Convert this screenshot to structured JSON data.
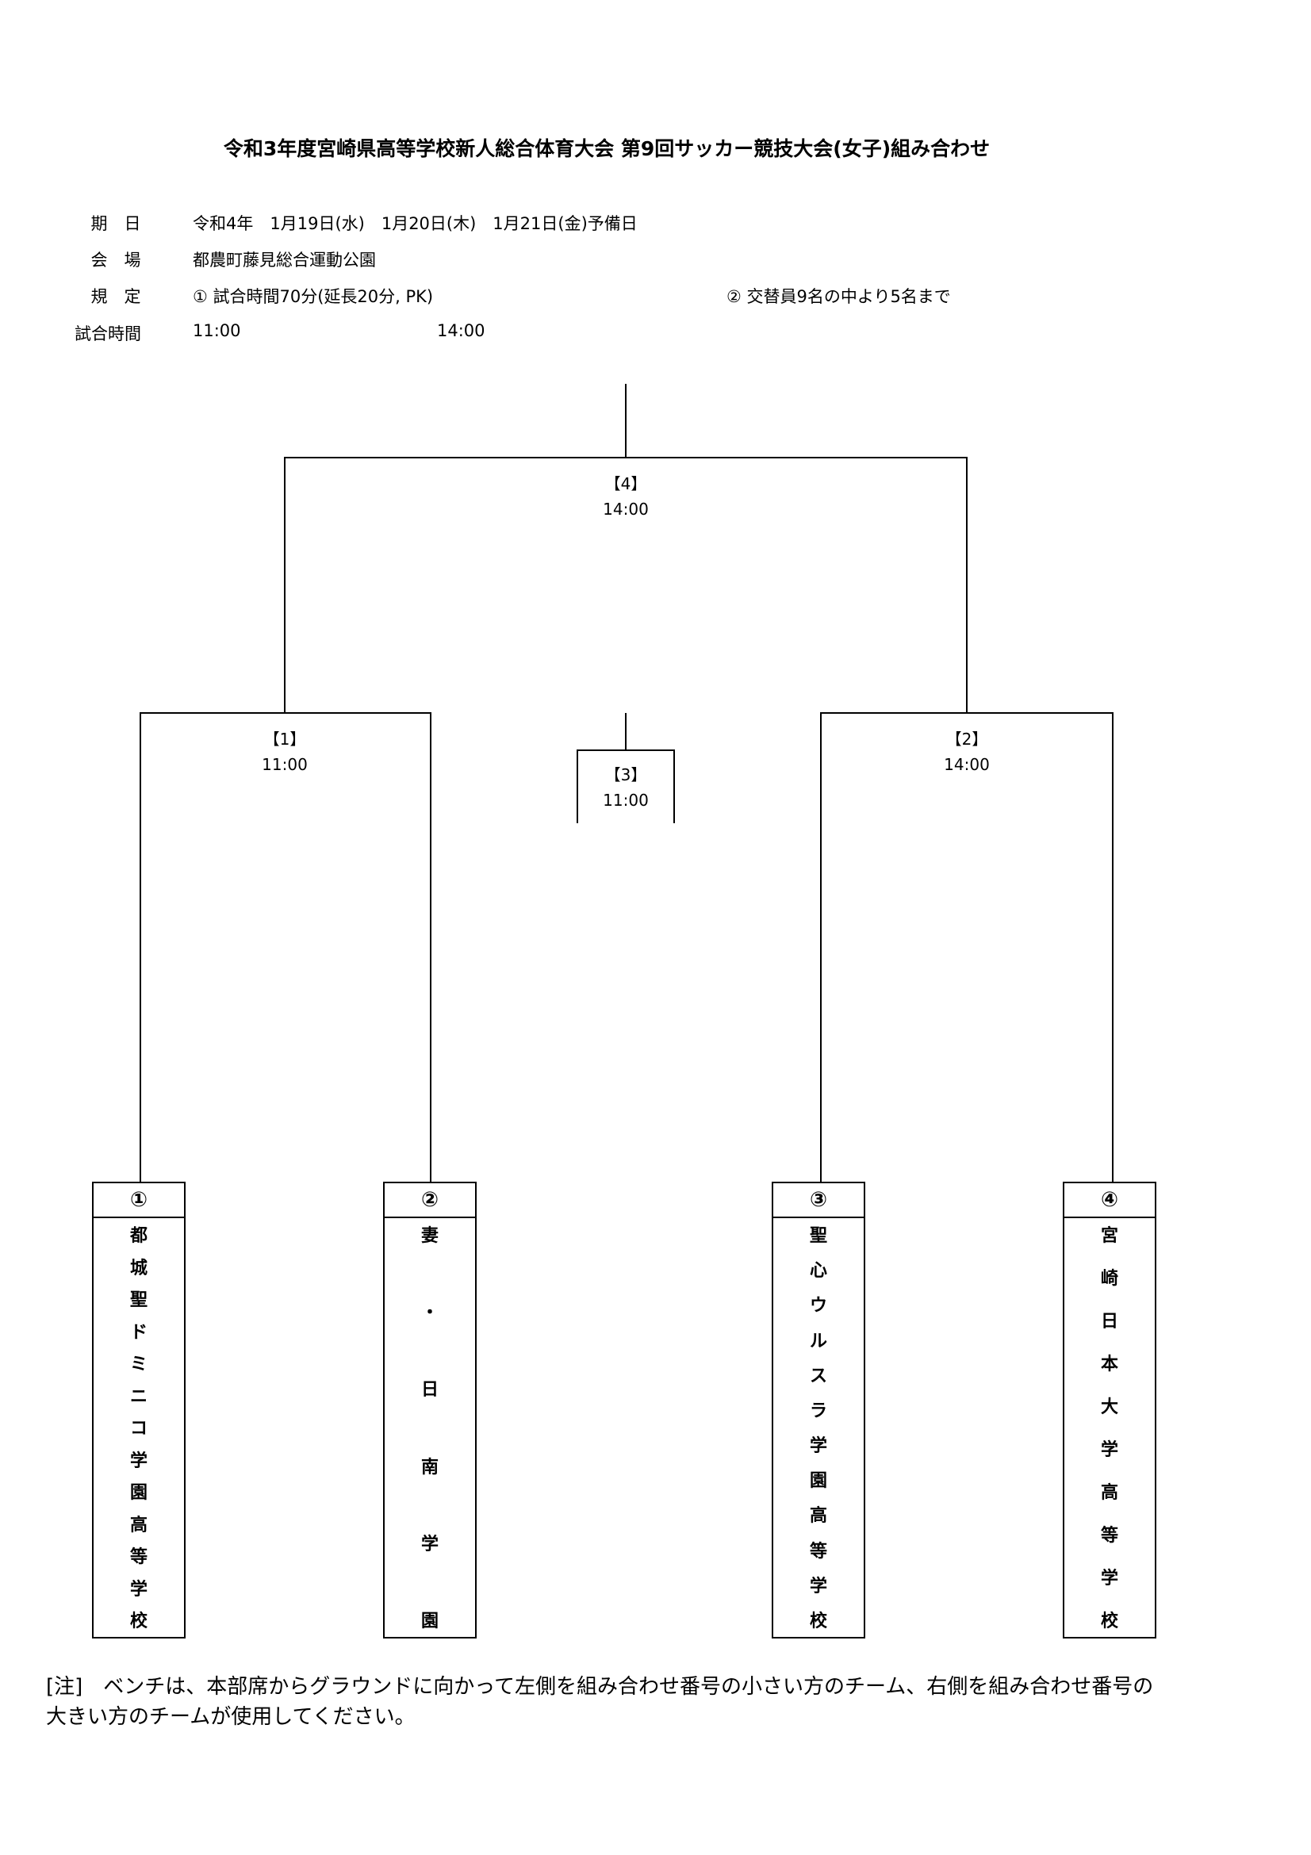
{
  "title": "令和3年度宮崎県高等学校新人総合体育大会 第9回サッカー競技大会(女子)組み合わせ",
  "info": {
    "date_label": "期　日",
    "date_value": "令和4年　1月19日(水)　1月20日(木)　1月21日(金)予備日",
    "venue_label": "会　場",
    "venue_value": "都農町藤見総合運動公園",
    "rules_label": "規　定",
    "rule1": "① 試合時間70分(延長20分, PK)",
    "rule2": "② 交替員9名の中より5名まで",
    "time_label": "試合時間",
    "time1": "11:00",
    "time2": "14:00"
  },
  "matches": {
    "m1": {
      "label": "【1】",
      "time": "11:00"
    },
    "m2": {
      "label": "【2】",
      "time": "14:00"
    },
    "m3": {
      "label": "【3】",
      "time": "11:00"
    },
    "m4": {
      "label": "【4】",
      "time": "14:00"
    }
  },
  "teams": [
    {
      "num": "①",
      "chars": [
        "都",
        "城",
        "聖",
        "ド",
        "ミ",
        "ニ",
        "コ",
        "学",
        "園",
        "高",
        "等",
        "学",
        "校"
      ]
    },
    {
      "num": "②",
      "chars": [
        "妻",
        "・",
        "日",
        "南",
        "学",
        "園"
      ]
    },
    {
      "num": "③",
      "chars": [
        "聖",
        "心",
        "ウ",
        "ル",
        "ス",
        "ラ",
        "学",
        "園",
        "高",
        "等",
        "学",
        "校"
      ]
    },
    {
      "num": "④",
      "chars": [
        "宮",
        "崎",
        "日",
        "本",
        "大",
        "学",
        "高",
        "等",
        "学",
        "校"
      ]
    }
  ],
  "note": "[注]　ベンチは、本部席からグラウンドに向かって左側を組み合わせ番号の小さい方のチーム、右側を組み合わせ番号の大きい方のチームが使用してください。"
}
